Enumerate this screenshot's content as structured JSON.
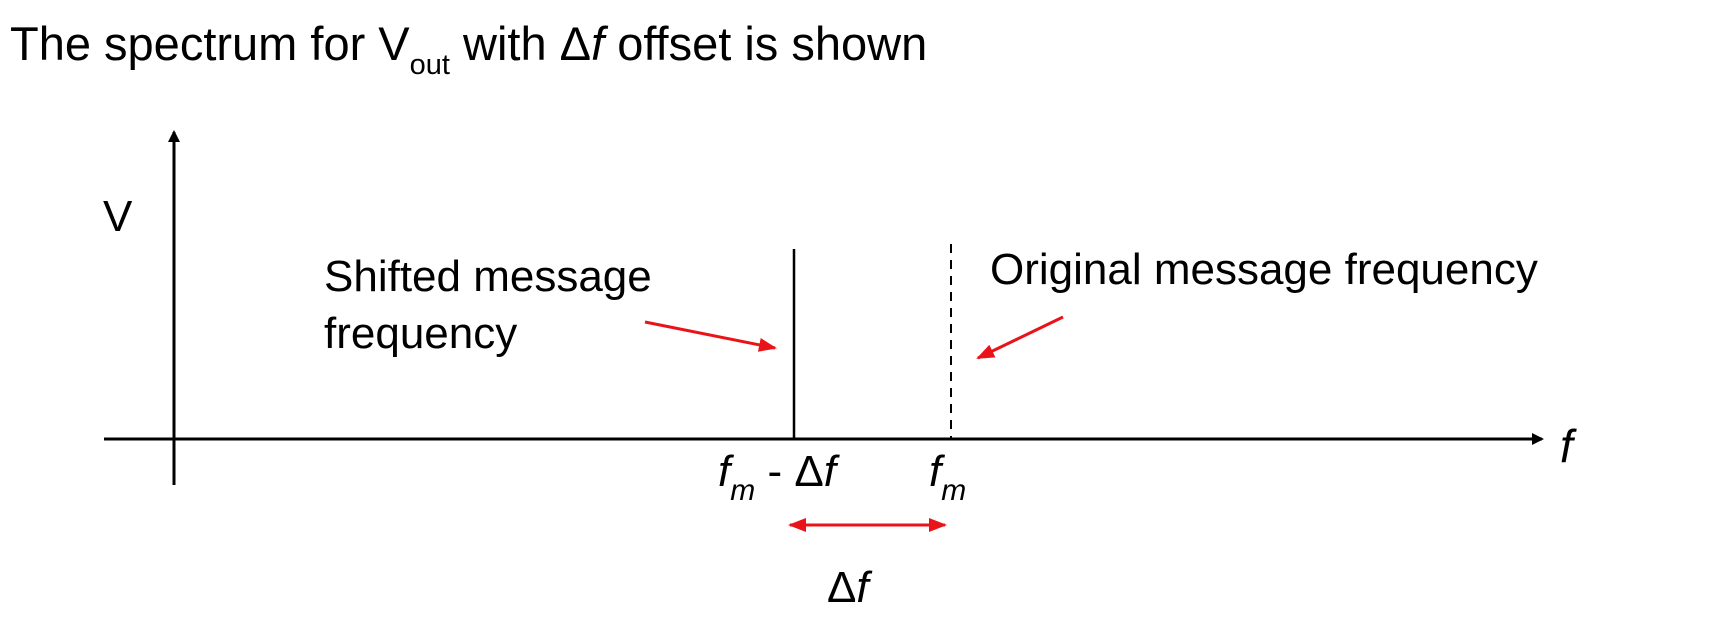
{
  "title": {
    "prefix": "The spectrum for V",
    "sub": "out",
    "middle": " with ",
    "delta": "Δ",
    "f_italic": "f",
    "suffix": " offset is shown"
  },
  "y_axis_label": "V",
  "x_axis_label": "f",
  "shifted_label": "Shifted message frequency",
  "original_label": "Original message frequency",
  "tick_shifted": {
    "f": "f",
    "m": "m",
    "rest": " - Δ",
    "f2": "f"
  },
  "tick_original": {
    "f": "f",
    "m": "m"
  },
  "offset_label": {
    "delta": "Δ",
    "f": "f"
  },
  "colors": {
    "axis": "#000000",
    "arrow": "#e8141a"
  }
}
